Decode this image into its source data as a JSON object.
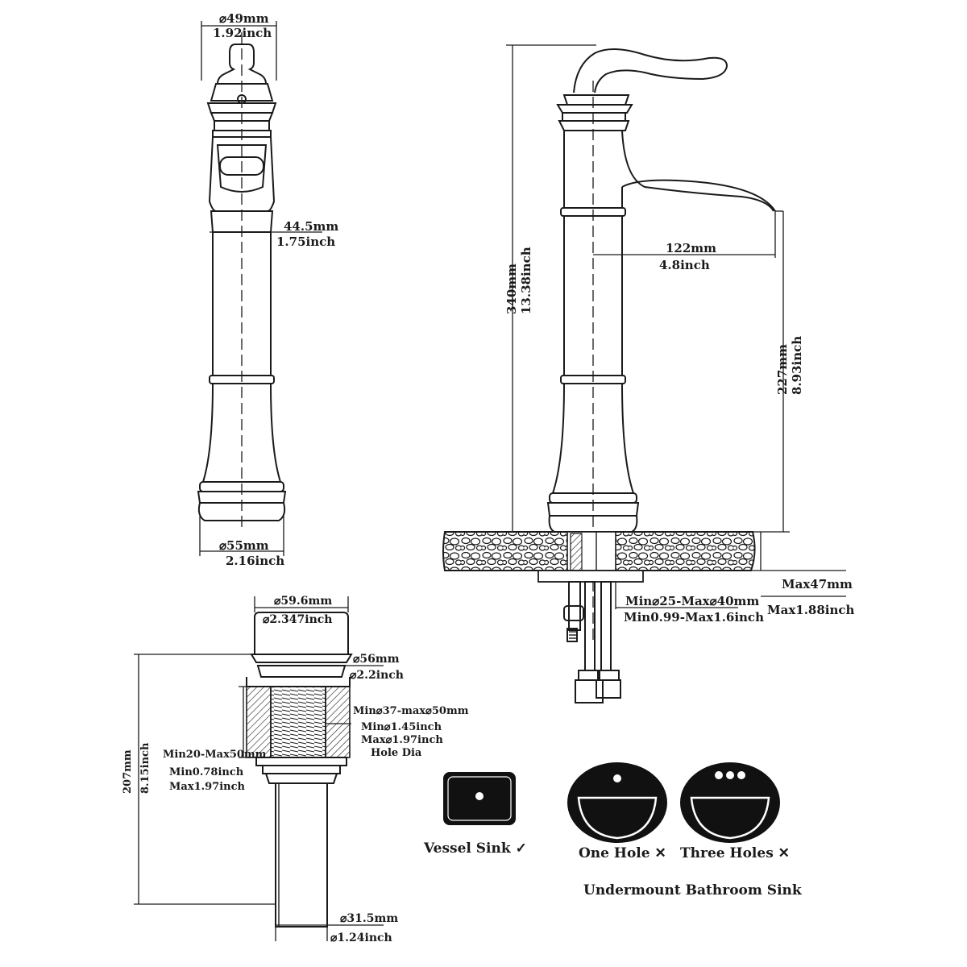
{
  "side_view": {
    "top_diameter": {
      "mm": "⌀49mm",
      "inch": "1.92inch"
    },
    "spout_width": {
      "mm": "44.5mm",
      "inch": "1.75inch"
    },
    "base_diameter": {
      "mm": "⌀55mm",
      "inch": "2.16inch"
    }
  },
  "front_view": {
    "total_height": {
      "mm": "340mm",
      "inch": "13.38inch"
    },
    "spout_reach": {
      "mm": "122mm",
      "inch": "4.8inch"
    },
    "spout_height": {
      "mm": "227mm",
      "inch": "8.93inch"
    },
    "counter_thickness": {
      "mm": "Max47mm",
      "inch": "Max1.88inch"
    },
    "hole_diameter": {
      "mm": "Min⌀25-Max⌀40mm",
      "inch": "Min0.99-Max1.6inch"
    }
  },
  "drain": {
    "cap_diameter": {
      "mm": "⌀59.6mm",
      "inch": "⌀2.347inch"
    },
    "flange_diameter": {
      "mm": "⌀56mm",
      "inch": "⌀2.2inch"
    },
    "hole_dia": {
      "mm": "Min⌀37-max⌀50mm",
      "inch_min": "Min⌀1.45inch",
      "inch_max": "Max⌀1.97inch",
      "label": "Hole Dia"
    },
    "sink_thickness": {
      "mm": "Min20-Max50mm",
      "inch_min": "Min0.78inch",
      "inch_max": "Max1.97inch"
    },
    "total_height": {
      "mm": "207mm",
      "inch": "8.15inch"
    },
    "tube_diameter": {
      "mm": "⌀31.5mm",
      "inch": "⌀1.24inch"
    }
  },
  "compatibility": {
    "vessel": "Vessel Sink ✓",
    "one_hole": "One Hole ✕",
    "three_holes": "Three Holes ✕",
    "undermount": "Undermount Bathroom Sink"
  }
}
